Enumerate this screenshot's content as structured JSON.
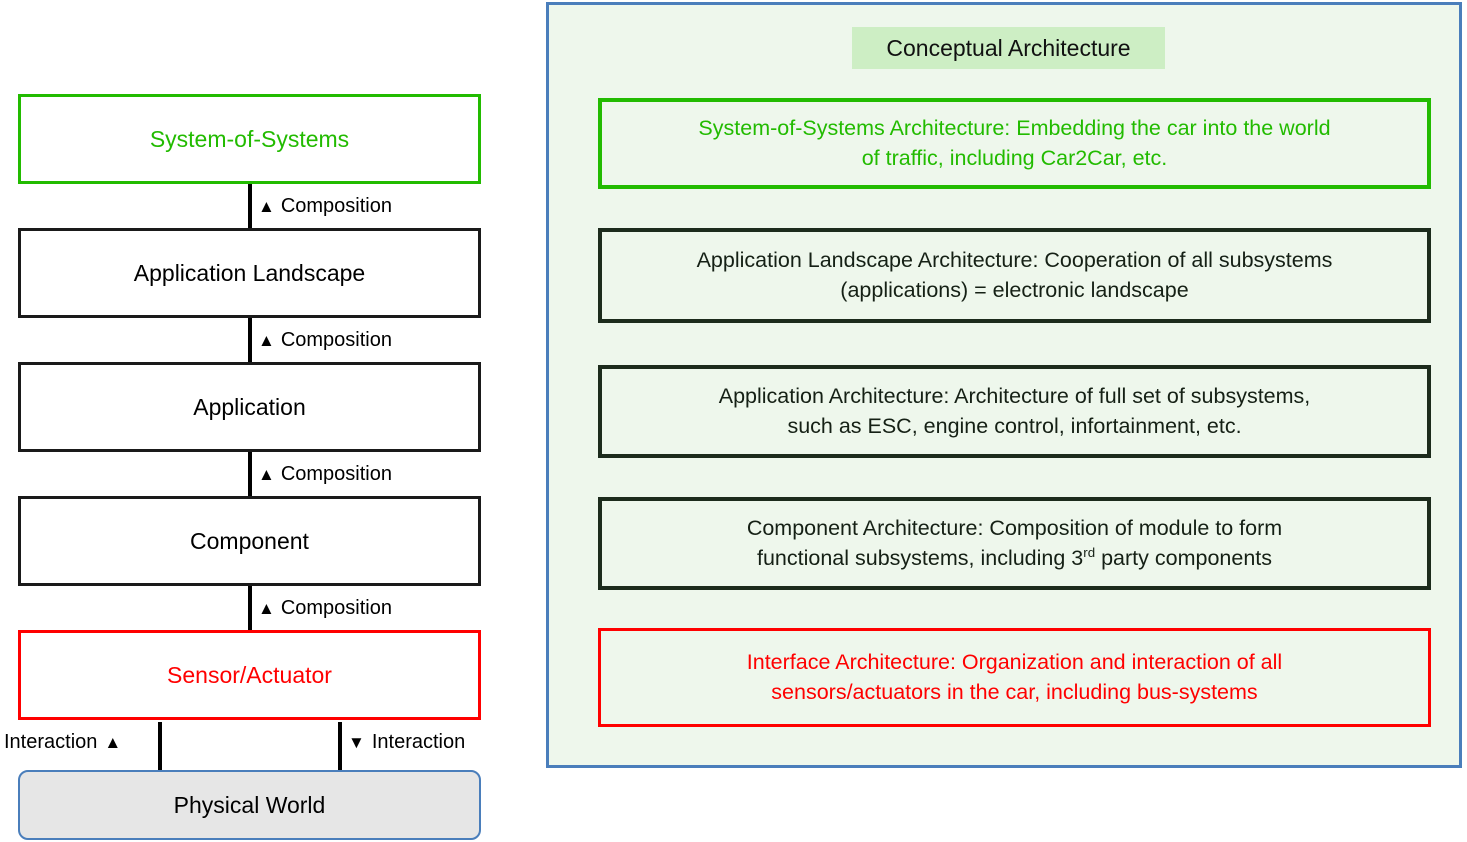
{
  "left_column": {
    "layers": [
      {
        "id": "sos",
        "label": "System-of-Systems",
        "color": "#22bb00"
      },
      {
        "id": "applandscape",
        "label": "Application Landscape",
        "color": "#1a1a1a"
      },
      {
        "id": "application",
        "label": "Application",
        "color": "#1a1a1a"
      },
      {
        "id": "component",
        "label": "Component",
        "color": "#1a1a1a"
      },
      {
        "id": "sensor",
        "label": "Sensor/Actuator",
        "color": "#ff0000"
      }
    ],
    "composition_label": "Composition",
    "composition_arrow": "▲",
    "interaction_label_left": "Interaction",
    "interaction_label_right": "Interaction",
    "interaction_arrow_up": "▲",
    "interaction_arrow_down": "▼",
    "physical_world": {
      "label": "Physical World",
      "fill": "#e6e6e6",
      "border": "#4a7ebb"
    }
  },
  "right_panel": {
    "title": "Conceptual Architecture",
    "title_highlight": "#cdeec4",
    "panel_fill": "#eef7ec",
    "panel_border": "#4a7ebb",
    "descriptions": [
      {
        "id": "sos",
        "line1": "System-of-Systems Architecture: Embedding the car into the world",
        "line2": "of traffic, including Car2Car, etc.",
        "color": "#22bb00"
      },
      {
        "id": "applandscape",
        "line1": "Application Landscape Architecture: Cooperation of all subsystems",
        "line2": "(applications) = electronic landscape",
        "color": "#152015"
      },
      {
        "id": "application",
        "line1": "Application Architecture: Architecture of full set of subsystems,",
        "line2": "such as ESC, engine control, infortainment, etc.",
        "color": "#152015"
      },
      {
        "id": "component",
        "line1": "Component Architecture: Composition of module to form",
        "line2_pre": "functional subsystems, including 3",
        "line2_sup": "rd",
        "line2_post": " party components",
        "color": "#152015"
      },
      {
        "id": "interface",
        "line1": "Interface Architecture: Organization and interaction of all",
        "line2": "sensors/actuators in the car, including bus-systems",
        "color": "#ff0000"
      }
    ]
  }
}
